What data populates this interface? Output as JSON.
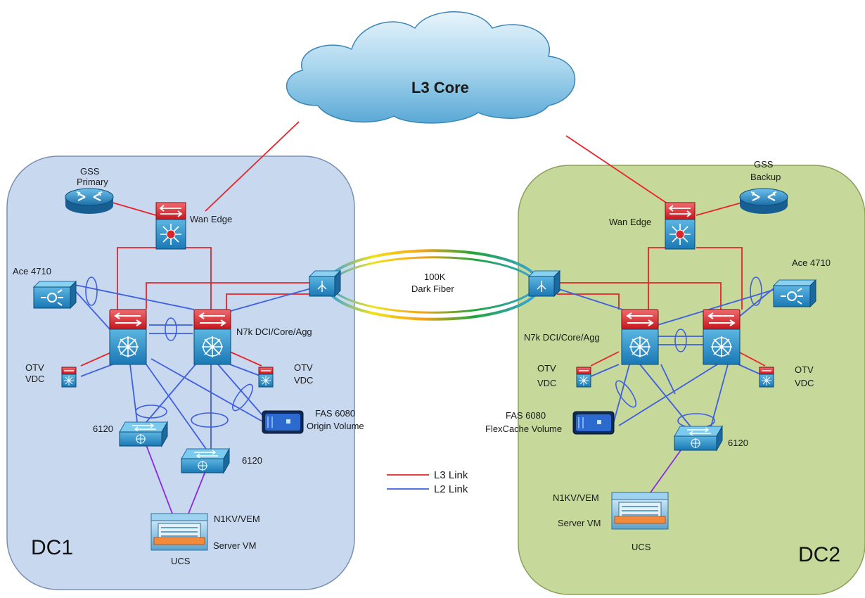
{
  "cloud": {
    "label": "L3 Core"
  },
  "fiber": {
    "line1": "100K",
    "line2": "Dark Fiber"
  },
  "legend": {
    "l3": {
      "label": "L3 Link",
      "color": "#e8232a"
    },
    "l2": {
      "label": "L2 Link",
      "color": "#3e5fe0"
    }
  },
  "dc1": {
    "name": "DC1",
    "bg": "#c8d8ee",
    "gss": {
      "line1": "GSS",
      "line2": "Primary"
    },
    "wan_edge": "Wan Edge",
    "ace": "Ace 4710",
    "n7k": "N7k DCI/Core/Agg",
    "otv": {
      "line1": "OTV",
      "line2": "VDC"
    },
    "otv2": {
      "line1": "OTV",
      "line2": "VDC"
    },
    "fas": {
      "line1": "FAS 6080",
      "line2": "Origin Volume"
    },
    "fi_a": "6120",
    "fi_b": "6120",
    "n1kv": "N1KV/VEM",
    "server_vm": "Server VM",
    "ucs": "UCS"
  },
  "dc2": {
    "name": "DC2",
    "bg": "#c6d89a",
    "gss": {
      "line1": "GSS",
      "line2": "Backup"
    },
    "wan_edge": "Wan Edge",
    "ace": "Ace 4710",
    "n7k": "N7k DCI/Core/Agg",
    "otv": {
      "line1": "OTV",
      "line2": "VDC"
    },
    "otv2": {
      "line1": "OTV",
      "line2": "VDC"
    },
    "fas": {
      "line1": "FAS 6080",
      "line2": "FlexCache Volume"
    },
    "fi": "6120",
    "n1kv": "N1KV/VEM",
    "server_vm": "Server VM",
    "ucs": "UCS"
  }
}
